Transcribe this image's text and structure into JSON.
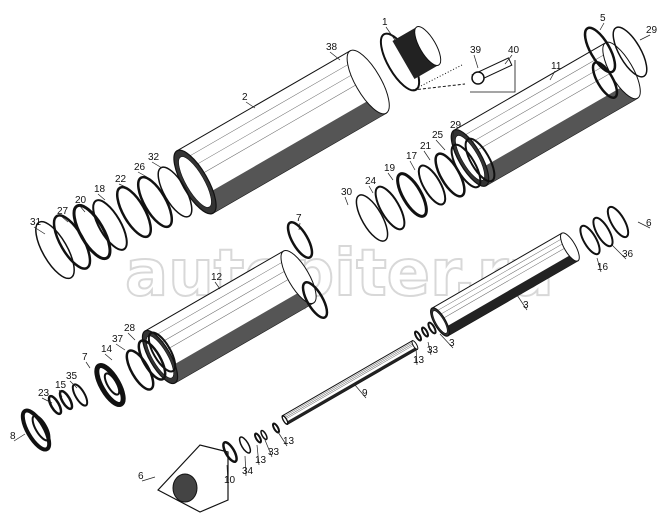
{
  "watermark": "autopiter.ru",
  "callouts": [
    {
      "id": "c1",
      "text": "1"
    },
    {
      "id": "c38",
      "text": "38"
    },
    {
      "id": "c2",
      "text": "2"
    },
    {
      "id": "c39",
      "text": "39"
    },
    {
      "id": "c40",
      "text": "40"
    },
    {
      "id": "c5",
      "text": "5"
    },
    {
      "id": "c29a",
      "text": "29"
    },
    {
      "id": "c11",
      "text": "11"
    },
    {
      "id": "c32",
      "text": "32"
    },
    {
      "id": "c26",
      "text": "26"
    },
    {
      "id": "c22",
      "text": "22"
    },
    {
      "id": "c18",
      "text": "18"
    },
    {
      "id": "c20",
      "text": "20"
    },
    {
      "id": "c27",
      "text": "27"
    },
    {
      "id": "c31",
      "text": "31"
    },
    {
      "id": "c29b",
      "text": "29"
    },
    {
      "id": "c25",
      "text": "25"
    },
    {
      "id": "c21",
      "text": "21"
    },
    {
      "id": "c17",
      "text": "17"
    },
    {
      "id": "c19",
      "text": "19"
    },
    {
      "id": "c24",
      "text": "24"
    },
    {
      "id": "c30",
      "text": "30"
    },
    {
      "id": "c7a",
      "text": "7"
    },
    {
      "id": "c12",
      "text": "12"
    },
    {
      "id": "c6a",
      "text": "6"
    },
    {
      "id": "c16",
      "text": "16"
    },
    {
      "id": "c36",
      "text": "36"
    },
    {
      "id": "c28",
      "text": "28"
    },
    {
      "id": "c37",
      "text": "37"
    },
    {
      "id": "c14",
      "text": "14"
    },
    {
      "id": "c7b",
      "text": "7"
    },
    {
      "id": "c35",
      "text": "35"
    },
    {
      "id": "c15",
      "text": "15"
    },
    {
      "id": "c23",
      "text": "23"
    },
    {
      "id": "c8",
      "text": "8"
    },
    {
      "id": "c3a",
      "text": "3"
    },
    {
      "id": "c3b",
      "text": "3"
    },
    {
      "id": "c33a",
      "text": "33"
    },
    {
      "id": "c13a",
      "text": "13"
    },
    {
      "id": "c9",
      "text": "9"
    },
    {
      "id": "c13b",
      "text": "13"
    },
    {
      "id": "c33b",
      "text": "33"
    },
    {
      "id": "c13c",
      "text": "13"
    },
    {
      "id": "c34",
      "text": "34"
    },
    {
      "id": "c10",
      "text": "10"
    },
    {
      "id": "c6b",
      "text": "6"
    }
  ]
}
